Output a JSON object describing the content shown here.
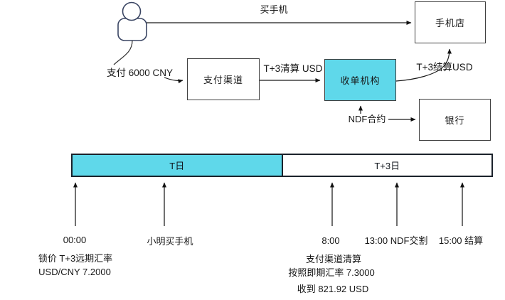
{
  "flow": {
    "nodes": {
      "phone_store": "手机店",
      "payment_channel": "支付渠道",
      "acquirer": "收单机构",
      "bank": "银行"
    },
    "edges": {
      "buy_phone": "买手机",
      "pay_cny": "支付 6000 CNY",
      "t3_clearing": "T+3清算 USD",
      "t3_settlement": "T+3结算USD",
      "ndf_contract": "NDF合约"
    },
    "icons": {
      "person": "person-icon"
    }
  },
  "timeline": {
    "segments": [
      {
        "label": "T日",
        "highlighted": true
      },
      {
        "label": "T+3日",
        "highlighted": false
      }
    ],
    "events": [
      {
        "label": "00:00"
      },
      {
        "label": "小明买手机"
      },
      {
        "label": "8:00"
      },
      {
        "label": "13:00 NDF交割"
      },
      {
        "label": "15:00 结算"
      }
    ],
    "notes": {
      "lock_rate_line1": "锁价 T+3远期汇率",
      "lock_rate_line2": "USD/CNY 7.2000",
      "clearing_line1": "支付渠道清算",
      "clearing_line2": "按照即期汇率 7.3000",
      "received_line": "收到 821.92 USD"
    }
  },
  "colors": {
    "highlight_cyan": "#5fd8ea",
    "line": "#1a1a1a",
    "box_border": "#3f3f3f",
    "person_outline": "#3a4563"
  }
}
